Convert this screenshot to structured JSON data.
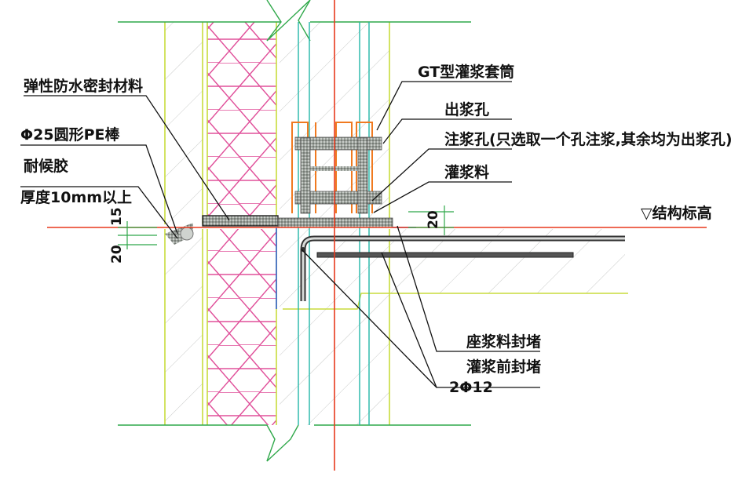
{
  "labels": {
    "elastic_sealant": "弹性防水密封材料",
    "pe_rod": "Φ25圆形PE棒",
    "weather_glue": "耐候胶",
    "thickness": "厚度10mm以上",
    "gt_sleeve": "GT型灌浆套筒",
    "outlet_hole": "出浆孔",
    "inlet_hole": "注浆孔(只选取一个孔注浆,其余均为出浆孔)",
    "grout": "灌浆料",
    "elevation": "▽结构标高",
    "seat_seal": "座浆料封堵",
    "pre_seal": "灌浆前封堵",
    "rebar": "2Φ12"
  },
  "dimensions": {
    "d20_right": "20",
    "d15_left": "15",
    "d20_left": "20"
  },
  "colors": {
    "axis": "#e8391d",
    "wall_outline": "#c8dc3c",
    "insulation": "#e0509a",
    "teal": "#22b7a8",
    "orange": "#f07a20",
    "green": "#2fa84a",
    "blue": "#2f5fd0",
    "hatch": "#c9cbc9"
  }
}
